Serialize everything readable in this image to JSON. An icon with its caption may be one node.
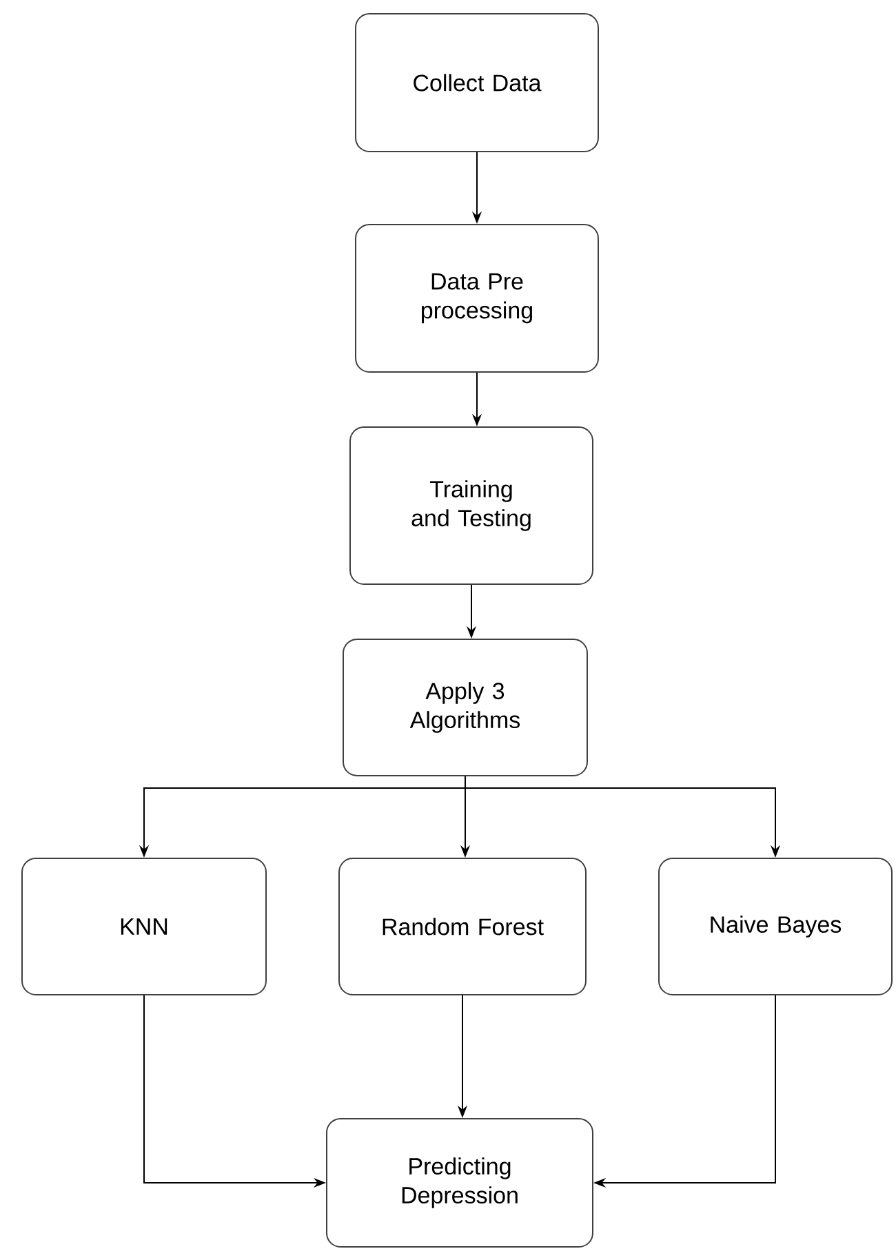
{
  "diagram": {
    "nodes": [
      {
        "text": [
          "Collect Data"
        ]
      },
      {
        "text": [
          "Data Pre processing"
        ]
      },
      {
        "text": [
          "Training and Testing"
        ]
      },
      {
        "text": [
          "Apply 3 Algorithms"
        ]
      },
      {
        "text": [
          "KNN"
        ]
      },
      {
        "text": [
          "Random Forest"
        ]
      },
      {
        "text": [
          "Naive Bayes"
        ]
      },
      {
        "text": [
          "Predicting Depression"
        ]
      }
    ],
    "edges": [
      {
        "from": 0,
        "to": 1,
        "arrow": "to"
      },
      {
        "from": 1,
        "to": 2,
        "arrow": "to"
      },
      {
        "from": 2,
        "to": 3,
        "arrow": "to"
      },
      {
        "from": 3,
        "to": 4,
        "arrow": "to"
      },
      {
        "from": 3,
        "to": 5,
        "arrow": "to"
      },
      {
        "from": 3,
        "to": 6,
        "arrow": "to"
      },
      {
        "from": 4,
        "to": 7,
        "arrow": "to"
      },
      {
        "from": 5,
        "to": 7,
        "arrow": "to"
      },
      {
        "from": 6,
        "to": 7,
        "arrow": "to"
      }
    ]
  }
}
